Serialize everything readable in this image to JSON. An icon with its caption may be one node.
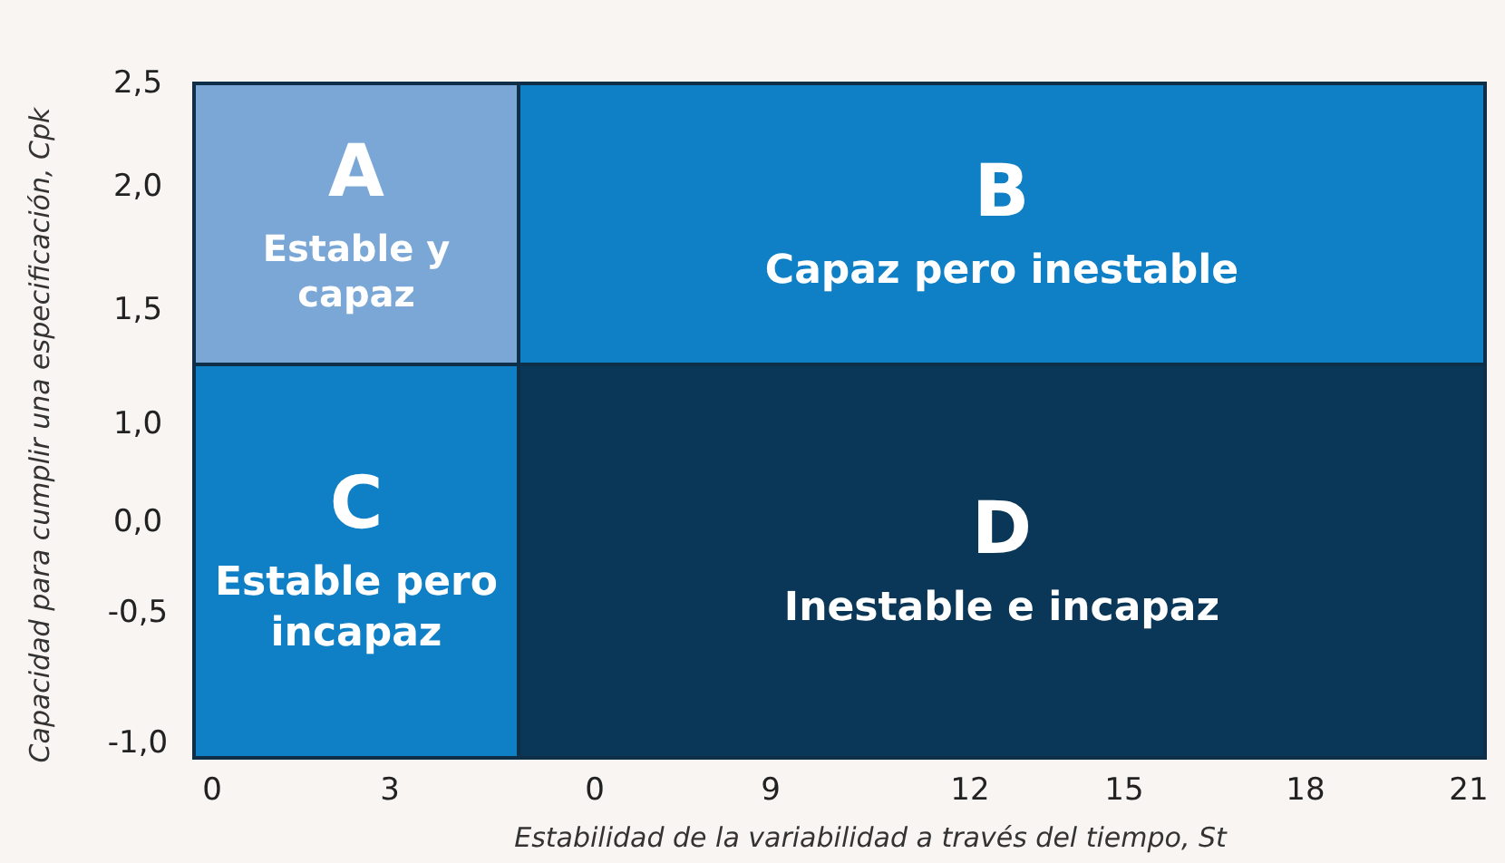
{
  "diagram": {
    "nodes": [
      {
        "text": [
          "A",
          "Estable y capaz"
        ]
      },
      {
        "text": [
          "B",
          "Capaz pero inestable"
        ]
      },
      {
        "text": [
          "C",
          "Estable pero incapaz"
        ]
      },
      {
        "text": [
          "D",
          "Inestable e incapaz"
        ]
      }
    ],
    "labels": [
      "Capacidad para cumplir una especificación, Cpk",
      "2,5",
      "2,0",
      "1,5",
      "1,0",
      "0,0",
      "-0,5",
      "-1,0",
      "0",
      "3",
      "0",
      "9",
      "12",
      "15",
      "18",
      "21",
      "Estabilidad de la variabilidad a través del tiempo, St"
    ]
  }
}
